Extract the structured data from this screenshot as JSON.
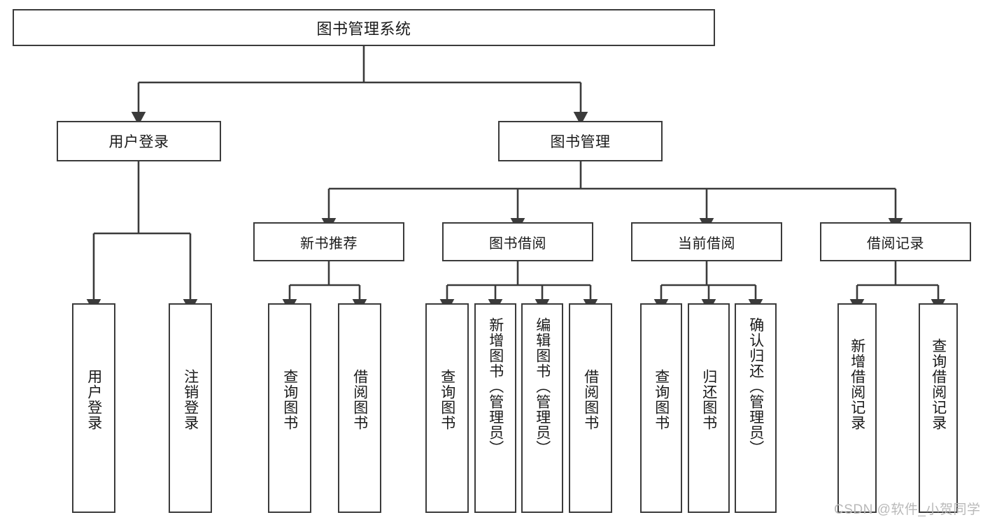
{
  "diagram": {
    "title": "图书管理系统",
    "type": "functional-structure-tree",
    "nodes": {
      "root": {
        "label": "图书管理系统"
      },
      "level1": [
        {
          "id": "user-login",
          "label": "用户登录"
        },
        {
          "id": "book-manage",
          "label": "图书管理"
        }
      ],
      "level2": [
        {
          "id": "new-book-recommend",
          "label": "新书推荐"
        },
        {
          "id": "book-borrow",
          "label": "图书借阅"
        },
        {
          "id": "current-borrow",
          "label": "当前借阅"
        },
        {
          "id": "borrow-record",
          "label": "借阅记录"
        }
      ],
      "leaves": {
        "user-login": [
          {
            "id": "leaf-user-login",
            "label": "用户登录"
          },
          {
            "id": "leaf-user-logout",
            "label": "注销登录"
          }
        ],
        "new-book-recommend": [
          {
            "id": "leaf-query-book-1",
            "label": "查询图书"
          },
          {
            "id": "leaf-borrow-book-1",
            "label": "借阅图书"
          }
        ],
        "book-borrow": [
          {
            "id": "leaf-query-book-2",
            "label": "查询图书"
          },
          {
            "id": "leaf-add-book",
            "label": "新增图书（管理员）"
          },
          {
            "id": "leaf-edit-book",
            "label": "编辑图书（管理员）"
          },
          {
            "id": "leaf-borrow-book-2",
            "label": "借阅图书"
          }
        ],
        "current-borrow": [
          {
            "id": "leaf-query-book-3",
            "label": "查询图书"
          },
          {
            "id": "leaf-return-book",
            "label": "归还图书"
          },
          {
            "id": "leaf-confirm-return",
            "label": "确认归还（管理员）"
          }
        ],
        "borrow-record": [
          {
            "id": "leaf-add-borrow-record",
            "label": "新增借阅记录"
          },
          {
            "id": "leaf-query-borrow-record",
            "label": "查询借阅记录"
          }
        ]
      }
    },
    "colors": {
      "border": "#3b3b3b",
      "text": "#1a1a1a",
      "background": "#ffffff",
      "edge": "#3b3b3b",
      "watermark": "#b9b9b9"
    }
  },
  "watermark": {
    "text": "CSDN @软件_小贺同学"
  }
}
